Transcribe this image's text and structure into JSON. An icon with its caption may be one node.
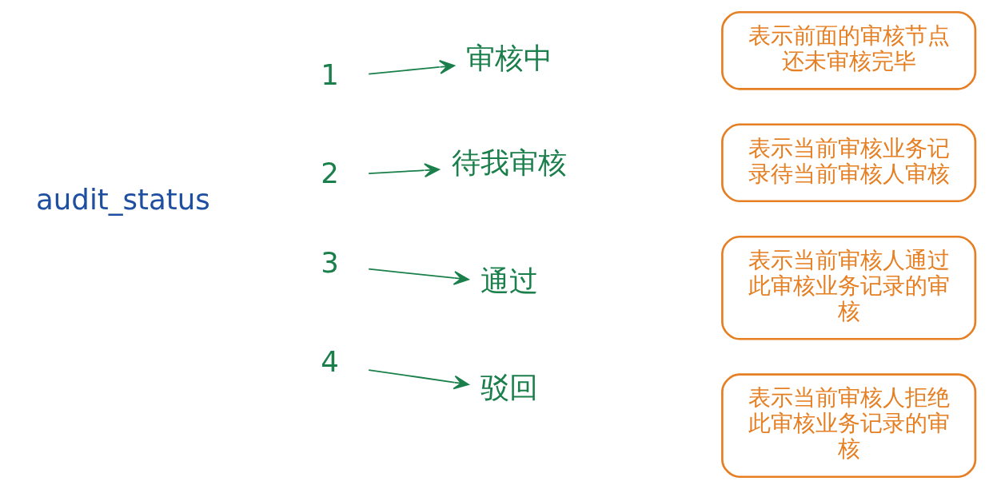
{
  "diagram": {
    "nodes": [
      {
        "text": [
          "1"
        ]
      },
      {
        "text": [
          "审核中"
        ]
      },
      {
        "text": [
          "表示前面的审核节点还未审核完毕"
        ]
      },
      {
        "text": [
          "2"
        ]
      },
      {
        "text": [
          "待我审核"
        ]
      },
      {
        "text": [
          "表示当前审核业务记录待当前审核人审核"
        ]
      },
      {
        "text": [
          "3"
        ]
      },
      {
        "text": [
          "通过"
        ]
      },
      {
        "text": [
          "表示当前审核人通过此审核业务记录的审核"
        ]
      },
      {
        "text": [
          "4"
        ]
      },
      {
        "text": [
          "驳回"
        ]
      },
      {
        "text": [
          "表示当前审核人拒绝此审核业务记录的审核"
        ]
      }
    ],
    "edges": [
      {
        "from": 0,
        "to": 1,
        "arrow": "to"
      },
      {
        "from": 3,
        "to": 4,
        "arrow": "to"
      },
      {
        "from": 6,
        "to": 7,
        "arrow": "to"
      },
      {
        "from": 9,
        "to": 10,
        "arrow": "to"
      }
    ],
    "labels": [
      "audit_status"
    ]
  }
}
